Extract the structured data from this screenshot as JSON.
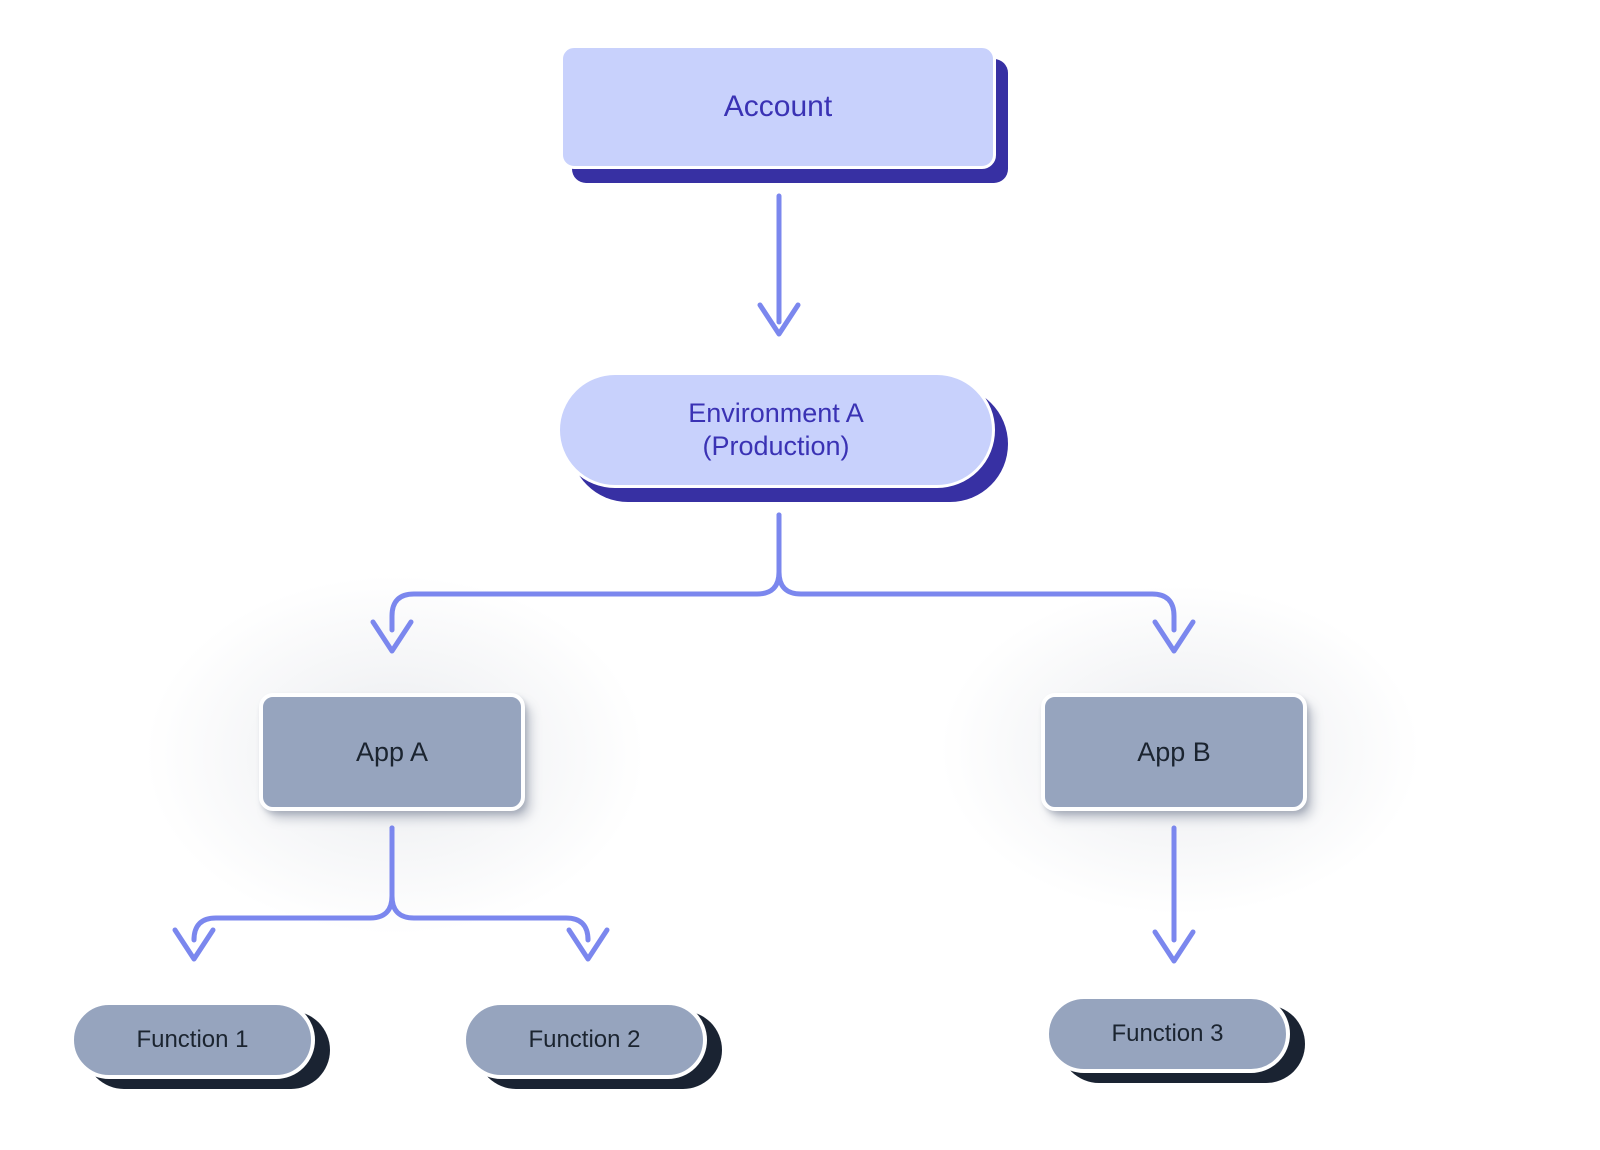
{
  "diagram": {
    "title": "Account / Environment / App / Function hierarchy",
    "background_color": "#ffffff",
    "edge_color": "#7b87ee",
    "nodes": {
      "account": {
        "label": "Account",
        "shape": "rounded-rectangle",
        "fill": "#c8d1fc",
        "text_color": "#3a32b4",
        "shadow_color": "#3730a3"
      },
      "env_a": {
        "label": "Environment A\n(Production)",
        "shape": "pill",
        "fill": "#c8d1fc",
        "text_color": "#3a32b4",
        "shadow_color": "#3730a3"
      },
      "app_a": {
        "label": "App A",
        "shape": "rounded-rectangle",
        "fill": "#96a4be",
        "text_color": "#1b2430",
        "shadow_color": "#b9c0cb"
      },
      "app_b": {
        "label": "App B",
        "shape": "rounded-rectangle",
        "fill": "#96a4be",
        "text_color": "#1b2430",
        "shadow_color": "#b9c0cb"
      },
      "fn_1": {
        "label": "Function 1",
        "shape": "pill",
        "fill": "#96a4be",
        "text_color": "#1b2430",
        "shadow_color": "#1a2332"
      },
      "fn_2": {
        "label": "Function 2",
        "shape": "pill",
        "fill": "#96a4be",
        "text_color": "#1b2430",
        "shadow_color": "#1a2332"
      },
      "fn_3": {
        "label": "Function 3",
        "shape": "pill",
        "fill": "#96a4be",
        "text_color": "#1b2430",
        "shadow_color": "#1a2332"
      }
    },
    "edges": [
      {
        "from": "account",
        "to": "env_a",
        "style": "straight-arrow"
      },
      {
        "from": "env_a",
        "to": "app_a",
        "style": "elbow-arrow"
      },
      {
        "from": "env_a",
        "to": "app_b",
        "style": "elbow-arrow"
      },
      {
        "from": "app_a",
        "to": "fn_1",
        "style": "elbow-arrow"
      },
      {
        "from": "app_a",
        "to": "fn_2",
        "style": "elbow-arrow"
      },
      {
        "from": "app_b",
        "to": "fn_3",
        "style": "straight-arrow"
      }
    ]
  }
}
